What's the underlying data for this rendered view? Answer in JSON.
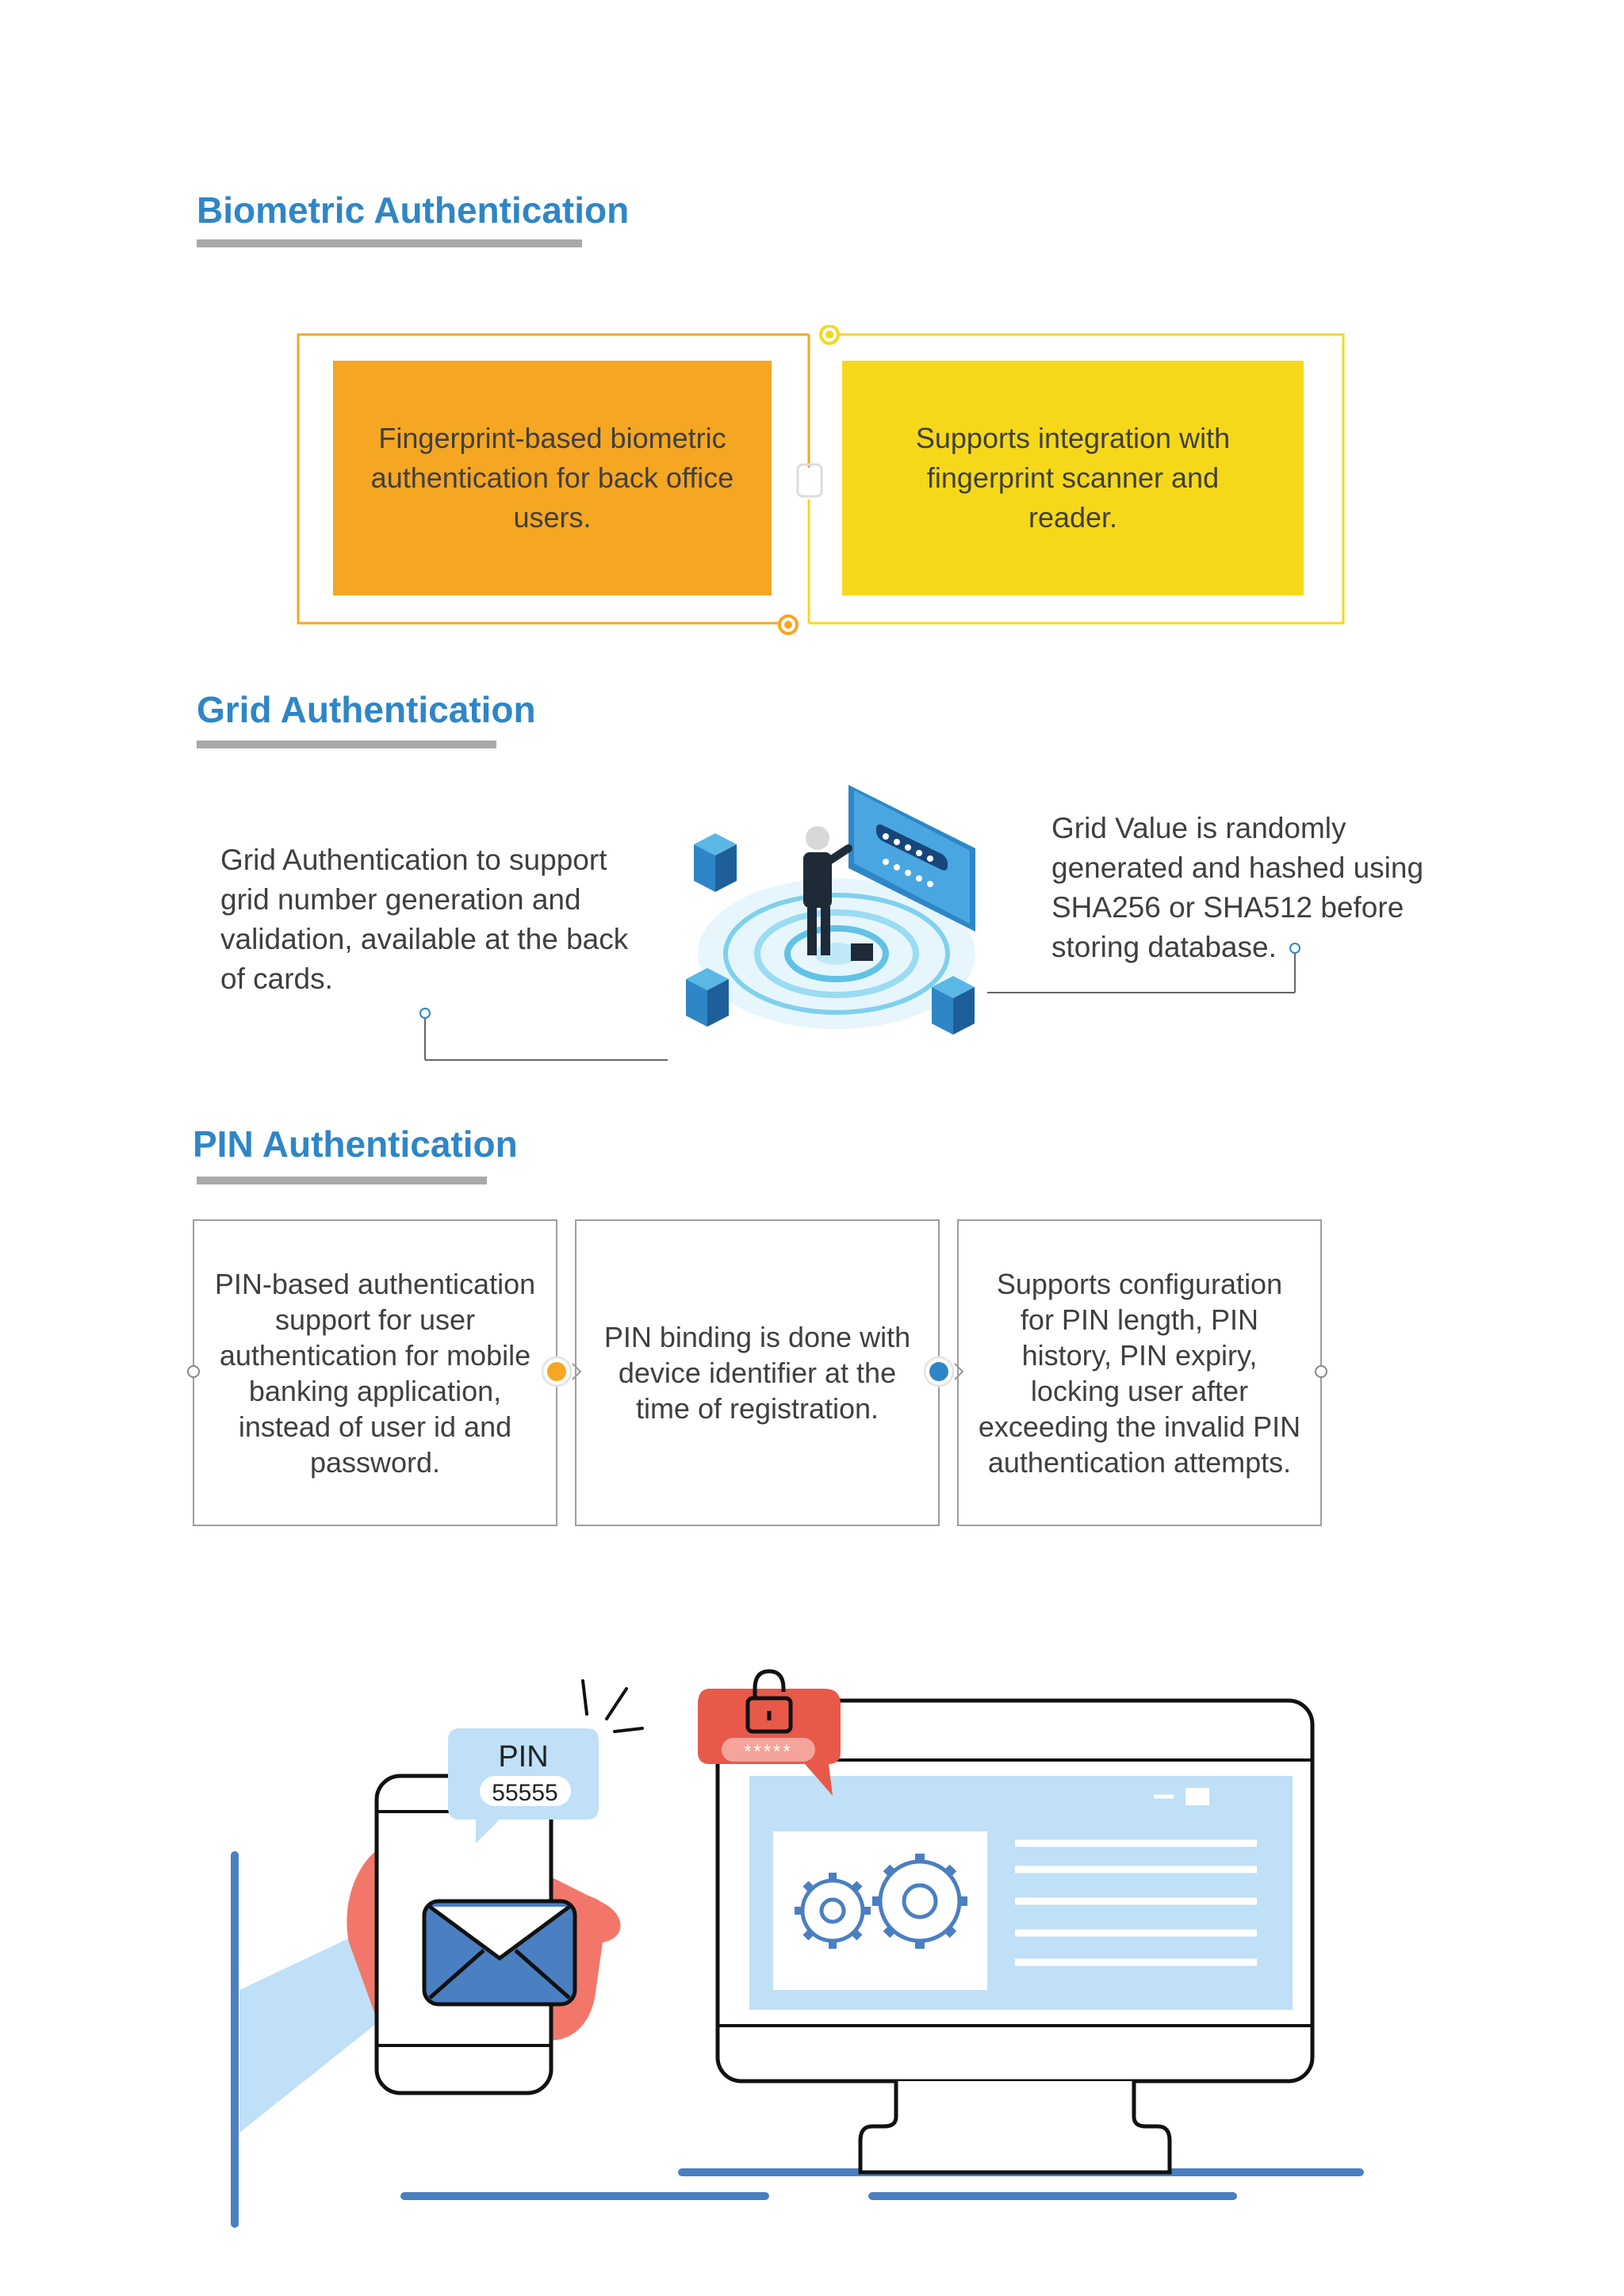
{
  "biometric": {
    "title": "Biometric Authentication",
    "card_left": "Fingerprint-based biometric authentication for back office users.",
    "card_right": "Supports integration with fingerprint scanner and reader.",
    "colors": {
      "left": "#f5a623",
      "right": "#f5d81a"
    }
  },
  "grid": {
    "title": "Grid Authentication",
    "left_text": "Grid Authentication to support grid number generation and validation, available at the back of cards.",
    "right_text": "Grid Value is randomly generated and hashed using SHA256 or SHA512  before storing database."
  },
  "pin": {
    "title": "PIN Authentication",
    "boxes": [
      "PIN-based authentication support for user authentication for mobile banking application, instead of user id and password.",
      "PIN binding is done with device identifier at the time of registration.",
      "Supports configuration for PIN length, PIN history, PIN expiry, locking user after exceeding the invalid PIN authentication attempts."
    ],
    "connector_colors": [
      "#f5a623",
      "#2f86c6"
    ]
  },
  "illustration": {
    "bubble_label": "PIN",
    "bubble_code": "55555",
    "password_mask": "*****",
    "icons": [
      "hand-phone-icon",
      "envelope-icon",
      "lock-icon",
      "monitor-icon",
      "gears-icon"
    ]
  }
}
